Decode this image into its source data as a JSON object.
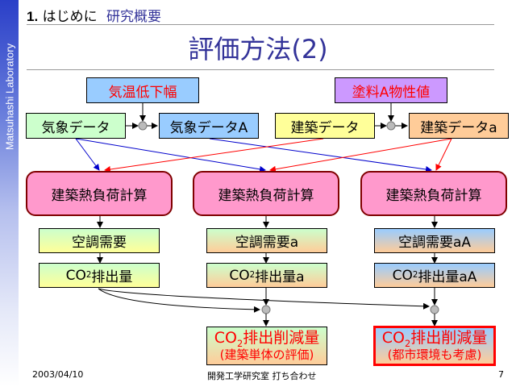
{
  "sidebar": {
    "label": "Matsuhashi Laboratory"
  },
  "header": {
    "section_number": "1.",
    "section_title": "はじめに",
    "section_subtitle": "研究概要",
    "title": "評価方法(2)"
  },
  "inputs": {
    "temp_drop": "気温低下幅",
    "paint_props": "塗料A物性値",
    "weather_data": "気象データ",
    "weather_data_a": "気象データA",
    "building_data": "建築データ",
    "building_data_a": "建築データa"
  },
  "calcs": [
    {
      "label": "建築熱負荷計算"
    },
    {
      "label": "建築熱負荷計算"
    },
    {
      "label": "建築熱負荷計算"
    }
  ],
  "demands": [
    {
      "label": "空調需要"
    },
    {
      "label": "空調需要a"
    },
    {
      "label": "空調需要aA"
    }
  ],
  "emissions": [
    {
      "prefix": "CO",
      "sub": "2",
      "suffix": "排出量"
    },
    {
      "prefix": "CO",
      "sub": "2",
      "suffix": "排出量a"
    },
    {
      "prefix": "CO",
      "sub": "2",
      "suffix": "排出量aA"
    }
  ],
  "results": [
    {
      "prefix": "CO",
      "sub": "2",
      "suffix": "排出削減量",
      "note": "(建築単体の評価)"
    },
    {
      "prefix": "CO",
      "sub": "2",
      "suffix": "排出削減量",
      "note": "(都市環境も考慮)"
    }
  ],
  "colors": {
    "accent": "#333399",
    "highlight": "#ff0000",
    "link_blue": "#0000cc",
    "link_red": "#ff0000"
  },
  "footer": {
    "date": "2003/04/10",
    "center": "開発工学研究室 打ち合わせ",
    "page": "7"
  }
}
